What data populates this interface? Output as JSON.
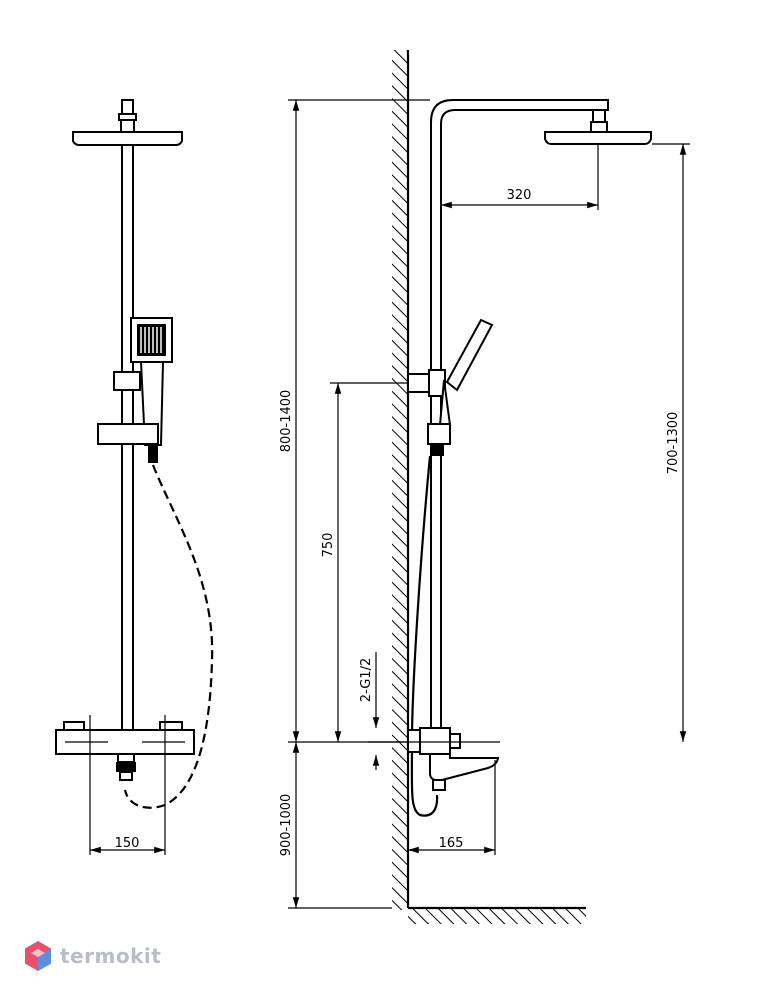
{
  "dimensions": {
    "arm_reach": "320",
    "total_height": "800-1400",
    "head_height": "700-1300",
    "bracket_height": "750",
    "connection": "2-G1/2",
    "mixer_height": "900-1000",
    "inlet_spacing": "150",
    "spout_length": "165"
  },
  "brand": {
    "name": "termokit",
    "accent_colors": [
      "#e8506b",
      "#5b8fd9"
    ]
  }
}
